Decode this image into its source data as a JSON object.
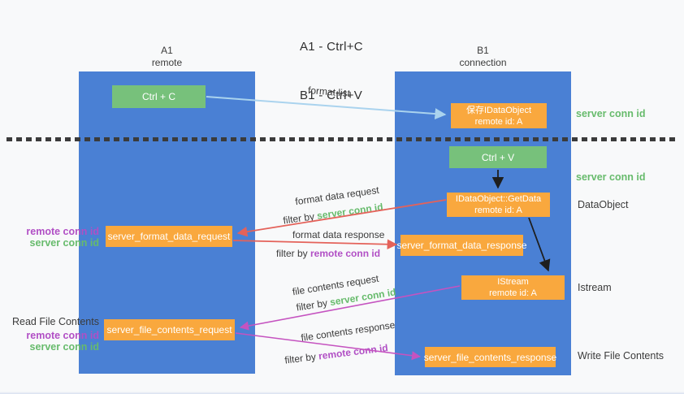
{
  "title": {
    "line1": "A1 - Ctrl+C",
    "line2": "B1 - Ctrl+V"
  },
  "columns": {
    "a1": {
      "name": "A1",
      "role": "remote"
    },
    "b1": {
      "name": "B1",
      "role": "connection"
    }
  },
  "nodes": {
    "ctrl_c": "Ctrl + C",
    "ctrl_v": "Ctrl + V",
    "save_idataobject": {
      "line1": "保存IDataObject",
      "line2": "remote id: A"
    },
    "getdata": {
      "line1": "IDataObject::GetData",
      "line2": "remote id: A"
    },
    "istream": {
      "line1": "IStream",
      "line2": "remote id: A"
    },
    "format_request": "server_format_data_request",
    "format_response": "server_format_data_response",
    "file_request": "server_file_contents_request",
    "file_response": "server_file_contents_response"
  },
  "labels": {
    "format_list": "format list",
    "format_data_request": "format data request",
    "format_data_response": "format data response",
    "file_contents_request": "file contents request",
    "file_contents_response": "file contents response",
    "filter_by": "filter by ",
    "server_conn_id": "server conn id",
    "remote_conn_id": "remote conn id",
    "dataobject": "DataObject",
    "istream": "Istream",
    "read_file_contents": "Read File Contents",
    "write_file_contents": "Write File Contents"
  },
  "colors": {
    "lifeline_blue": "#4a80d4",
    "node_green": "#77c17b",
    "node_orange": "#f9a83e",
    "conn_id_green": "#67bb6c",
    "conn_id_purple": "#b14fc5",
    "arrow_light_blue": "#aad3ee",
    "arrow_salmon": "#e4625a",
    "arrow_magenta": "#c553c0",
    "arrow_black": "#1e1e1e",
    "background": "#f8f9fa"
  }
}
